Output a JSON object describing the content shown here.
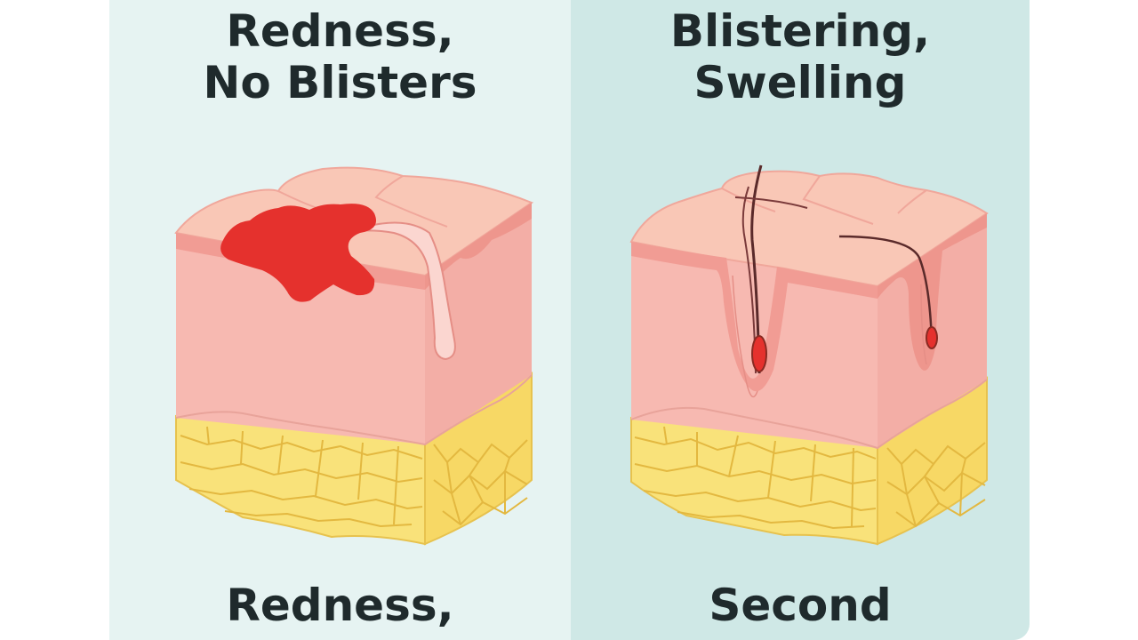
{
  "panels": [
    {
      "heading_lines": [
        "Redness,",
        "No Blisters"
      ],
      "footer": "Redness,"
    },
    {
      "heading_lines": [
        "Blistering,",
        "Swelling"
      ],
      "footer": "Second"
    }
  ],
  "colors": {
    "left_panel_bg": "#e6f3f2",
    "right_panel_bg": "#cfe8e6",
    "skin": "#f7b9b1",
    "skin_top": "#f9c7b6",
    "epidermis_edge": "#f19c94",
    "burn_red": "#e5312d",
    "fat": "#f9e27a",
    "text": "#1f2a2c"
  }
}
